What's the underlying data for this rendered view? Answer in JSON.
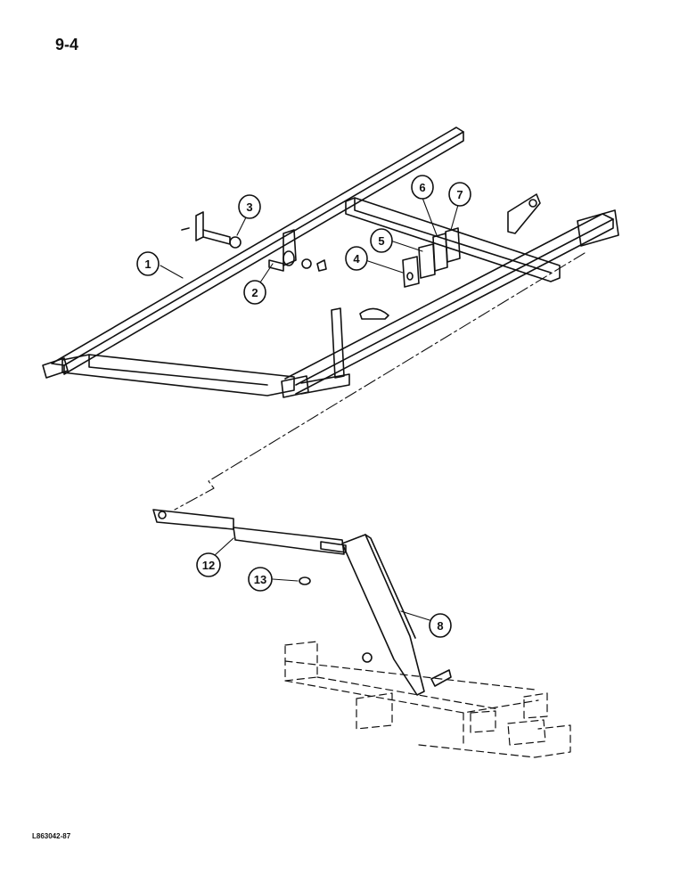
{
  "page": {
    "number": "9-4"
  },
  "figure": {
    "code": "L863042-87"
  },
  "callouts": [
    {
      "id": "1",
      "label": "1"
    },
    {
      "id": "2",
      "label": "2"
    },
    {
      "id": "3",
      "label": "3"
    },
    {
      "id": "4",
      "label": "4"
    },
    {
      "id": "5",
      "label": "5"
    },
    {
      "id": "6",
      "label": "6"
    },
    {
      "id": "7",
      "label": "7"
    },
    {
      "id": "8",
      "label": "8"
    },
    {
      "id": "12",
      "label": "12"
    },
    {
      "id": "13",
      "label": "13"
    }
  ]
}
